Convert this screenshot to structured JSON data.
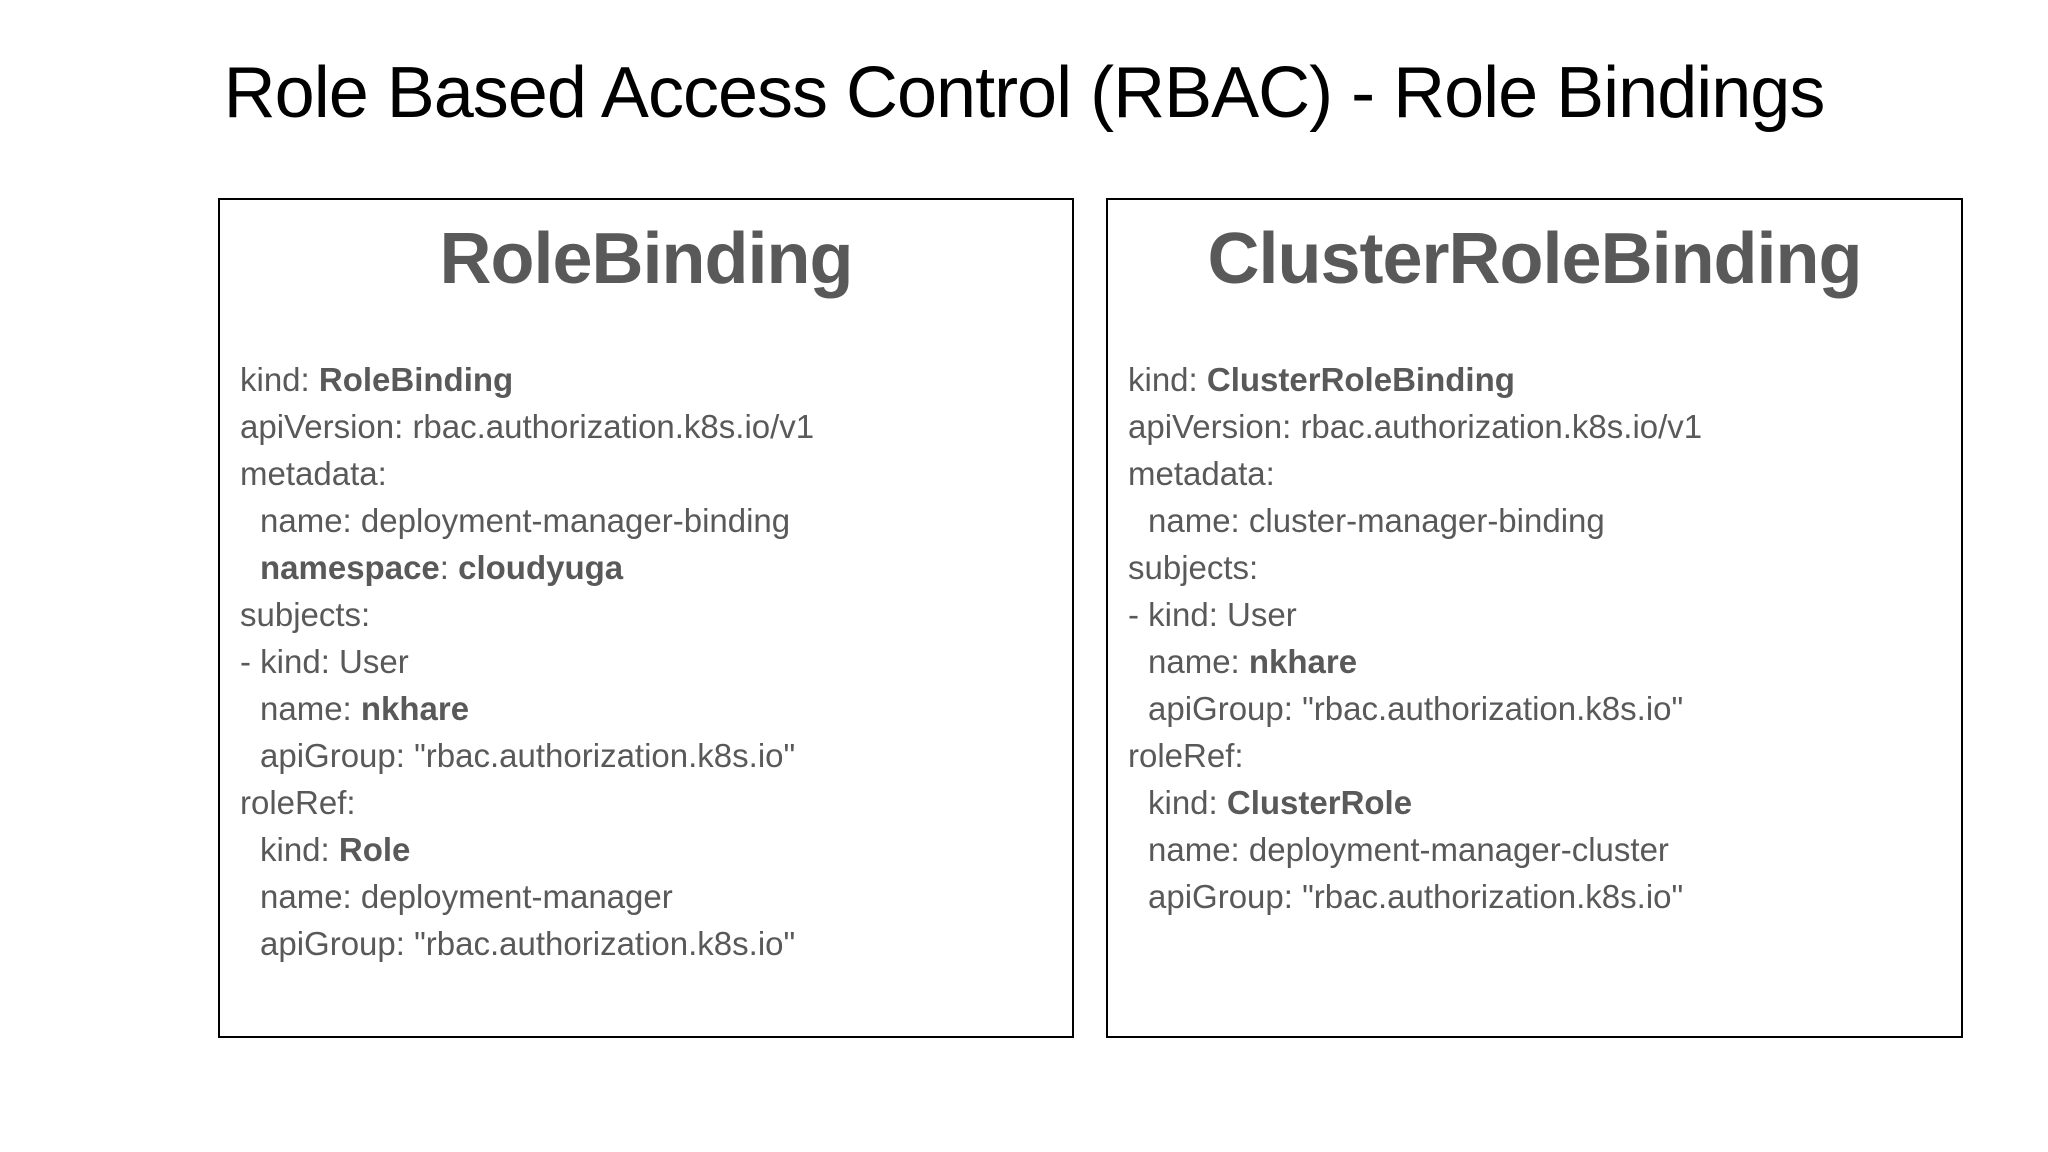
{
  "title": "Role Based Access Control (RBAC) - Role Bindings",
  "colors": {
    "background": "#ffffff",
    "title": "#000000",
    "heading": "#595959",
    "body": "#595959",
    "border": "#000000"
  },
  "panels": [
    {
      "heading": "RoleBinding",
      "lines": [
        {
          "indent": 0,
          "segments": [
            {
              "text": "kind: ",
              "bold": false
            },
            {
              "text": "RoleBinding",
              "bold": true
            }
          ]
        },
        {
          "indent": 0,
          "segments": [
            {
              "text": "apiVersion: rbac.authorization.k8s.io/v1",
              "bold": false
            }
          ]
        },
        {
          "indent": 0,
          "segments": [
            {
              "text": "metadata:",
              "bold": false
            }
          ]
        },
        {
          "indent": 1,
          "segments": [
            {
              "text": "name: deployment-manager-binding",
              "bold": false
            }
          ]
        },
        {
          "indent": 1,
          "segments": [
            {
              "text": "namespace",
              "bold": true
            },
            {
              "text": ": ",
              "bold": false
            },
            {
              "text": "cloudyuga",
              "bold": true
            }
          ]
        },
        {
          "indent": 0,
          "segments": [
            {
              "text": "subjects:",
              "bold": false
            }
          ]
        },
        {
          "indent": 0,
          "segments": [
            {
              "text": "- kind: User",
              "bold": false
            }
          ]
        },
        {
          "indent": 1,
          "segments": [
            {
              "text": "name: ",
              "bold": false
            },
            {
              "text": "nkhare",
              "bold": true
            }
          ]
        },
        {
          "indent": 1,
          "segments": [
            {
              "text": "apiGroup: \"rbac.authorization.k8s.io\"",
              "bold": false
            }
          ]
        },
        {
          "indent": 0,
          "segments": [
            {
              "text": "roleRef:",
              "bold": false
            }
          ]
        },
        {
          "indent": 1,
          "segments": [
            {
              "text": "kind: ",
              "bold": false
            },
            {
              "text": "Role",
              "bold": true
            }
          ]
        },
        {
          "indent": 1,
          "segments": [
            {
              "text": "name: deployment-manager",
              "bold": false
            }
          ]
        },
        {
          "indent": 1,
          "segments": [
            {
              "text": "apiGroup: \"rbac.authorization.k8s.io\"",
              "bold": false
            }
          ]
        }
      ]
    },
    {
      "heading": "ClusterRoleBinding",
      "lines": [
        {
          "indent": 0,
          "segments": [
            {
              "text": "kind: ",
              "bold": false
            },
            {
              "text": "ClusterRoleBinding",
              "bold": true
            }
          ]
        },
        {
          "indent": 0,
          "segments": [
            {
              "text": "apiVersion: rbac.authorization.k8s.io/v1",
              "bold": false
            }
          ]
        },
        {
          "indent": 0,
          "segments": [
            {
              "text": "metadata:",
              "bold": false
            }
          ]
        },
        {
          "indent": 1,
          "segments": [
            {
              "text": "name: cluster-manager-binding",
              "bold": false
            }
          ]
        },
        {
          "indent": 0,
          "segments": [
            {
              "text": "subjects:",
              "bold": false
            }
          ]
        },
        {
          "indent": 0,
          "segments": [
            {
              "text": "- kind: User",
              "bold": false
            }
          ]
        },
        {
          "indent": 1,
          "segments": [
            {
              "text": "name: ",
              "bold": false
            },
            {
              "text": "nkhare",
              "bold": true
            }
          ]
        },
        {
          "indent": 1,
          "segments": [
            {
              "text": "apiGroup: \"rbac.authorization.k8s.io\"",
              "bold": false
            }
          ]
        },
        {
          "indent": 0,
          "segments": [
            {
              "text": "roleRef:",
              "bold": false
            }
          ]
        },
        {
          "indent": 1,
          "segments": [
            {
              "text": "kind: ",
              "bold": false
            },
            {
              "text": "ClusterRole",
              "bold": true
            }
          ]
        },
        {
          "indent": 1,
          "segments": [
            {
              "text": "name: deployment-manager-cluster",
              "bold": false
            }
          ]
        },
        {
          "indent": 1,
          "segments": [
            {
              "text": "apiGroup: \"rbac.authorization.k8s.io\"",
              "bold": false
            }
          ]
        }
      ]
    }
  ]
}
